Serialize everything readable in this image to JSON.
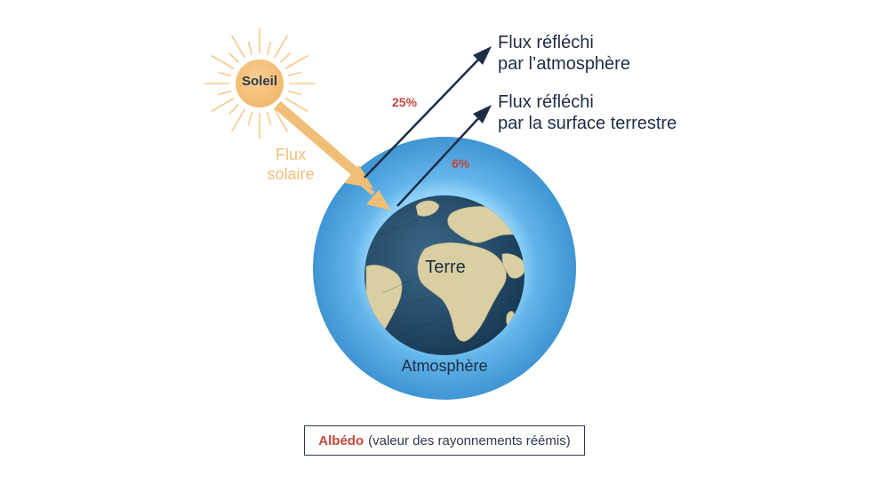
{
  "sun": {
    "label": "Soleil"
  },
  "incoming": {
    "line1": "Flux",
    "line2": "solaire"
  },
  "reflected_atmosphere": {
    "line1": "Flux réfléchi",
    "line2": "par l’atmosphère",
    "percent": "25%"
  },
  "reflected_surface": {
    "line1": "Flux réfléchi",
    "line2": "par la surface terrestre",
    "percent": "6%"
  },
  "earth": {
    "label": "Terre"
  },
  "atmosphere": {
    "label": "Atmosphère"
  },
  "legend": {
    "term": "Albédo",
    "description": "(valeur des rayonnements réémis)"
  },
  "colors": {
    "sun": "#f5bf7b",
    "sun_rays": "#f6c98a",
    "solar_flux_arrow": "#f1be78",
    "atmosphere": "#4a9fd8",
    "ocean": "#234a6a",
    "land": "#d9cfa2",
    "reflected_arrow": "#1e2c44",
    "percent_text": "#c4453a",
    "legend_border": "#2e3a4a"
  }
}
